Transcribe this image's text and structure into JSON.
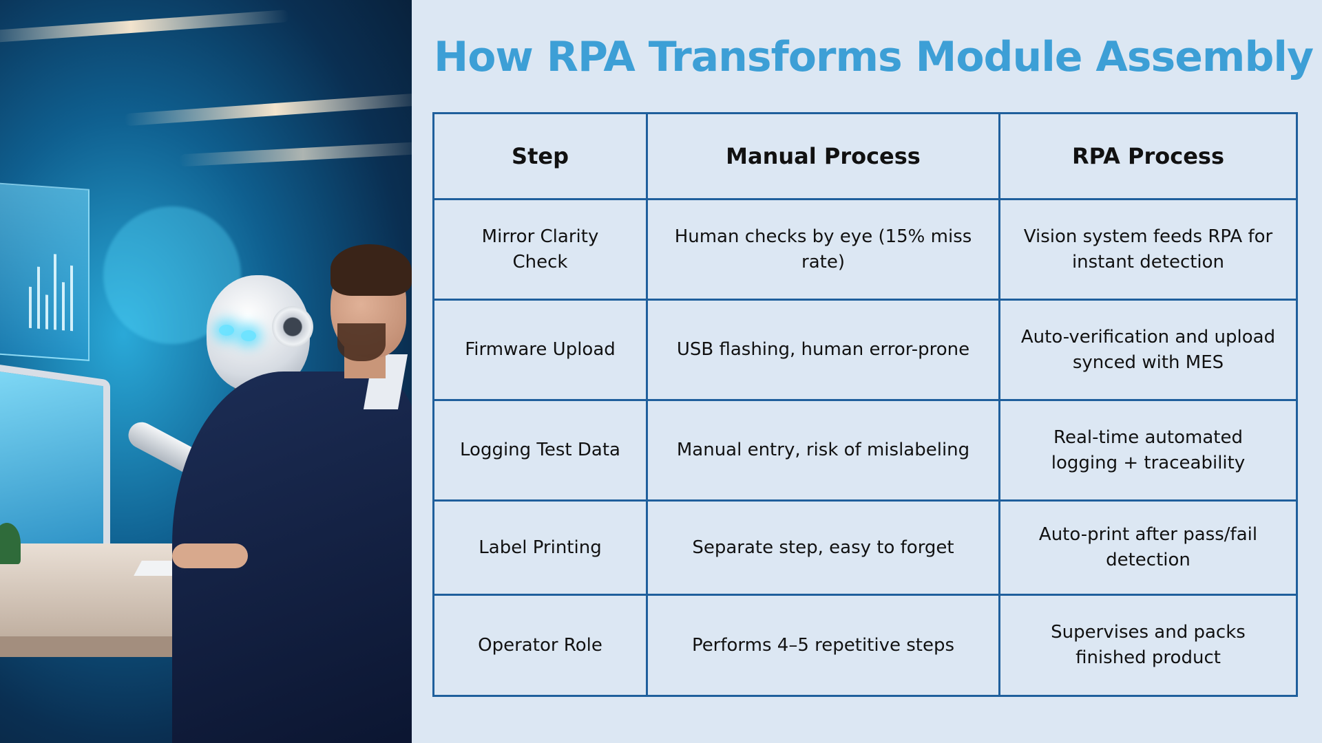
{
  "slide": {
    "title": "How RPA Transforms Module Assembly"
  },
  "table": {
    "headers": [
      "Step",
      "Manual Process",
      "RPA Process"
    ],
    "rows": [
      [
        "Mirror Clarity Check",
        "Human checks by eye (15% miss rate)",
        "Vision system feeds RPA for instant detection"
      ],
      [
        "Firmware Upload",
        "USB flashing, human error-prone",
        "Auto-verification and upload synced with MES"
      ],
      [
        "Logging Test Data",
        "Manual entry, risk of mislabeling",
        "Real-time automated logging + traceability"
      ],
      [
        "Label Printing",
        "Separate step, easy to forget",
        "Auto-print after pass/fail detection"
      ],
      [
        "Operator Role",
        "Performs 4–5 repetitive steps",
        "Supervises and packs finished product"
      ]
    ]
  },
  "colors": {
    "title": "#3d9fd6",
    "table_border": "#1f5f9c",
    "background": "#dce7f3"
  }
}
